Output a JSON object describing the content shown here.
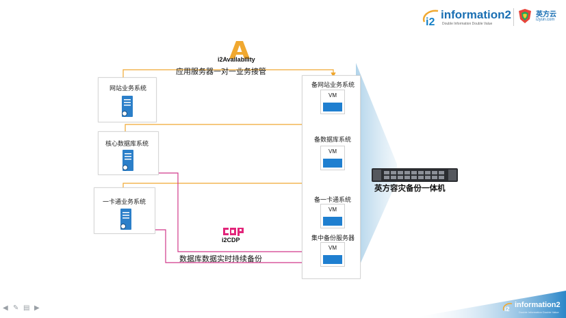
{
  "header": {
    "brand_main": "information2",
    "brand_sub": "Double Information Double Value",
    "partner_name": "英方云",
    "partner_domain": "i2yun.com"
  },
  "availability": {
    "product": "i2Availability",
    "caption": "应用服务器一对一业务接管"
  },
  "cdp": {
    "product": "i2CDP",
    "caption": "数据库数据实时持续备份"
  },
  "left_systems": [
    "网站业务系统",
    "核心数据库系统",
    "一卡通业务系统"
  ],
  "right_systems": [
    {
      "label": "备网站业务系统",
      "vm": "VM"
    },
    {
      "label": "备数据库系统",
      "vm": "VM"
    },
    {
      "label": "备一卡通系统",
      "vm": "VM"
    },
    {
      "label": "集中备份服务器",
      "vm": "VM"
    }
  ],
  "appliance_label": "英方容灾备份一体机",
  "footer": {
    "brand": "information2",
    "brand_sub": "Double Information Double Value"
  },
  "colors": {
    "orange": "#f0a830",
    "magenta": "#d0388a",
    "vm_blue": "#1f7fd0",
    "accent_blue": "#1580c6"
  }
}
